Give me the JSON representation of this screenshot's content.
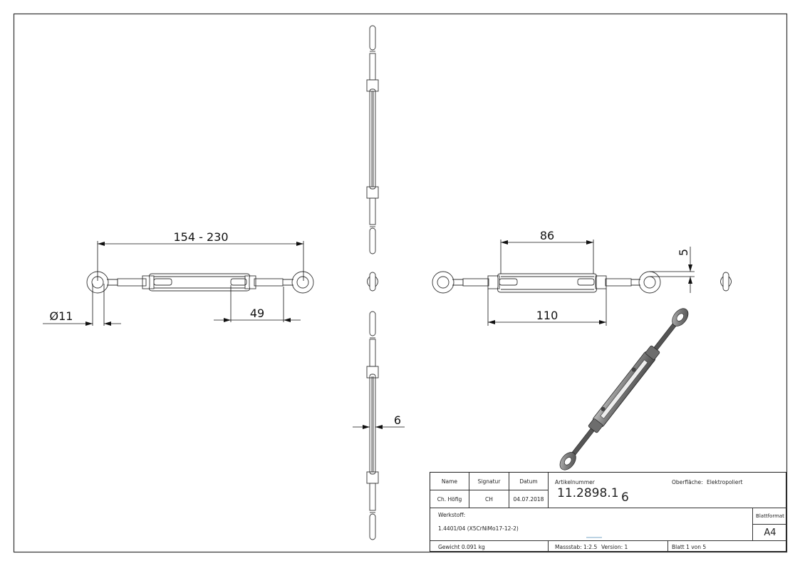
{
  "drawing": {
    "dimensions": {
      "overall_length": "154 - 230",
      "eye_diameter": "Ø11",
      "thread_length": "49",
      "body_length": "86",
      "nut_span": "110",
      "eye_thickness": "5",
      "body_width": "6"
    },
    "views": [
      "front-view",
      "top-view",
      "side-view-left",
      "side-view-right",
      "end-view-top",
      "end-view-bottom",
      "isometric-view"
    ]
  },
  "title_block": {
    "headers": {
      "name": "Name",
      "signatur": "Signatur",
      "datum": "Datum"
    },
    "values": {
      "name": "Ch. Höfig",
      "signatur": "CH",
      "datum": "04.07.2018"
    },
    "artikelnummer_label": "Artikelnummer",
    "artikelnummer": "11.2898.1",
    "artikelnummer_suffix": "6",
    "oberflaeche_label": "Oberfläche:",
    "oberflaeche": "Elektropoliert",
    "werkstoff_label": "Werkstoff:",
    "werkstoff": "1.4401/04 (X5CrNiMo17-12-2)",
    "blattformat_label": "Blattformat",
    "blattformat": "A4",
    "gewicht": "Gewicht 0.091 kg",
    "massstab": "Massstab: 1:2.5",
    "version": "Version: 1",
    "blatt": "Blatt 1 von 5"
  }
}
